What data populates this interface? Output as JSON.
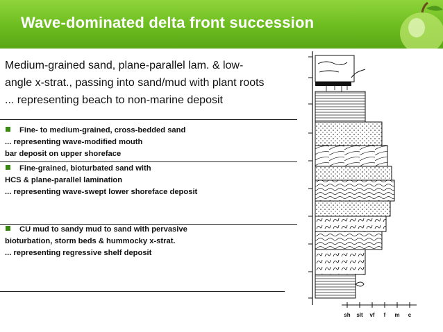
{
  "slide": {
    "title": "Wave-dominated delta front succession",
    "top_paragraph": {
      "line1": "Medium-grained sand, plane-parallel lam. & low-",
      "line2": "angle x-strat., passing into sand/mud with plant roots",
      "line3": "... representing beach to non-marine deposit"
    },
    "unit2": {
      "line1": "Fine- to medium-grained, cross-bedded sand",
      "line2": "... representing wave-modified mouth",
      "line3": "bar deposit on upper shoreface"
    },
    "unit3": {
      "line1": "Fine-grained, bioturbated sand with",
      "line2": "HCS & plane-parallel lamination",
      "line3": "... representing wave-swept lower shoreface deposit"
    },
    "unit4": {
      "line1": "CU mud to sandy mud to sand with pervasive",
      "line2": "bioturbation, storm beds & hummocky x-strat.",
      "line3": "... representing regressive shelf deposit"
    },
    "grain_scale": [
      "sh",
      "slt",
      "vf",
      "f",
      "m",
      "c"
    ],
    "colors": {
      "header": "#6cbc1f",
      "bullet": "#3a8a12"
    },
    "icons": [
      "apple-icon",
      "square-bullet-icon"
    ]
  }
}
